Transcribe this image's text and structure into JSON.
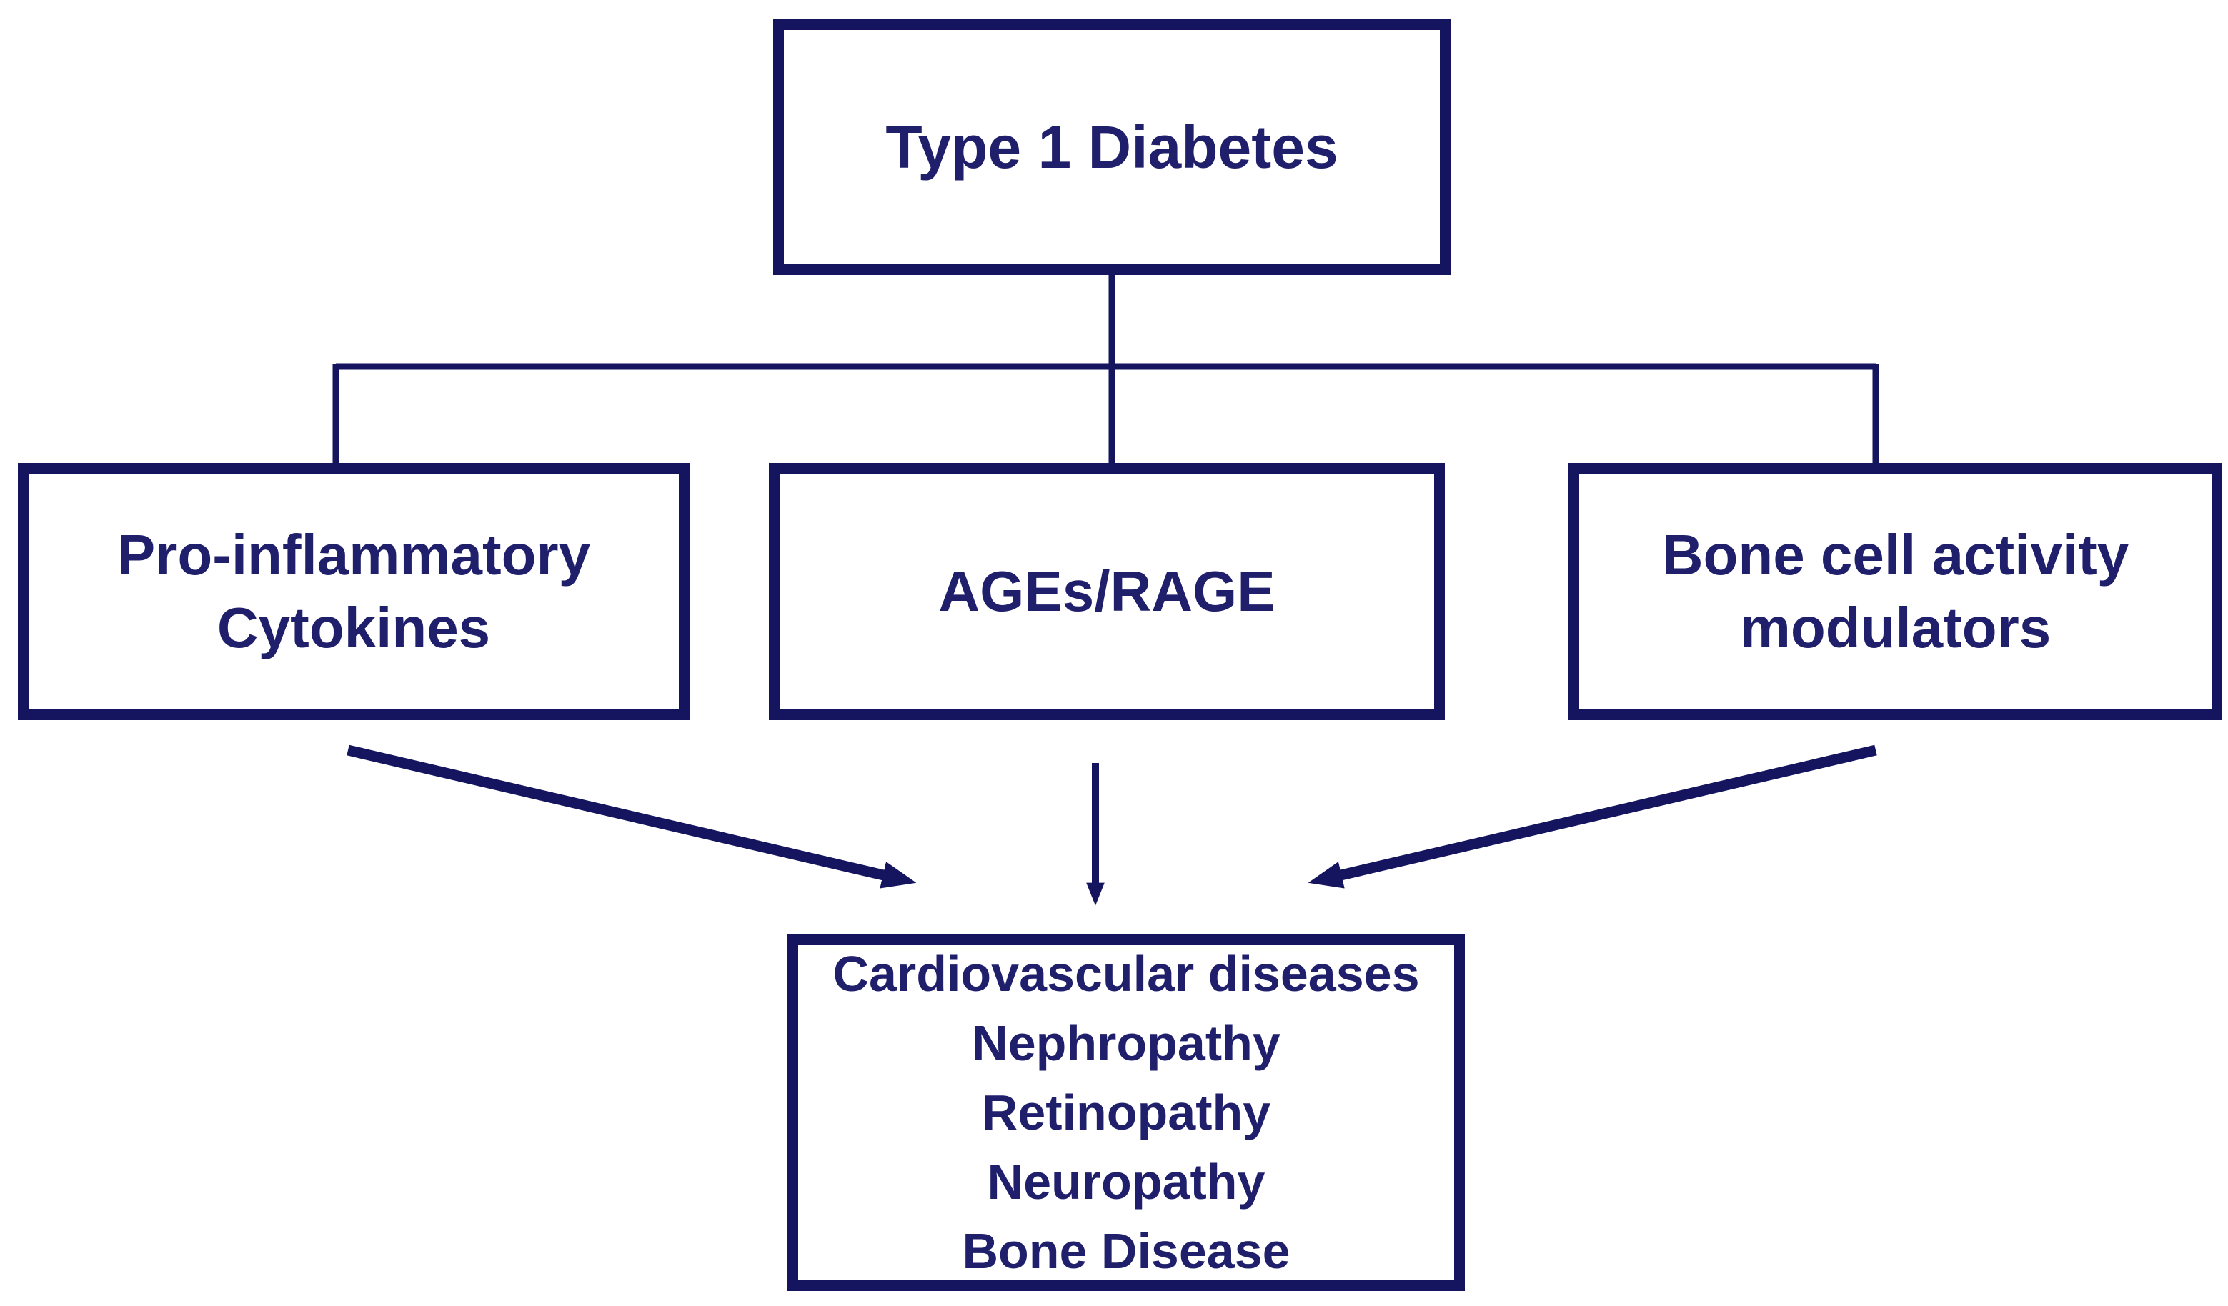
{
  "colors": {
    "navy_border": "#14145f",
    "navy_text": "#1f1f6b",
    "background": "#ffffff"
  },
  "diagram": {
    "root": {
      "lines": [
        "Type 1 Diabetes"
      ]
    },
    "mediators": {
      "left": {
        "lines": [
          "Pro-inflammatory",
          "Cytokines"
        ]
      },
      "middle": {
        "lines": [
          "AGEs/RAGE"
        ]
      },
      "right": {
        "lines": [
          "Bone cell activity",
          "modulators"
        ]
      }
    },
    "outcomes": {
      "lines": [
        "Cardiovascular diseases",
        "Nephropathy",
        "Retinopathy",
        "Neuropathy",
        "Bone Disease"
      ]
    }
  }
}
